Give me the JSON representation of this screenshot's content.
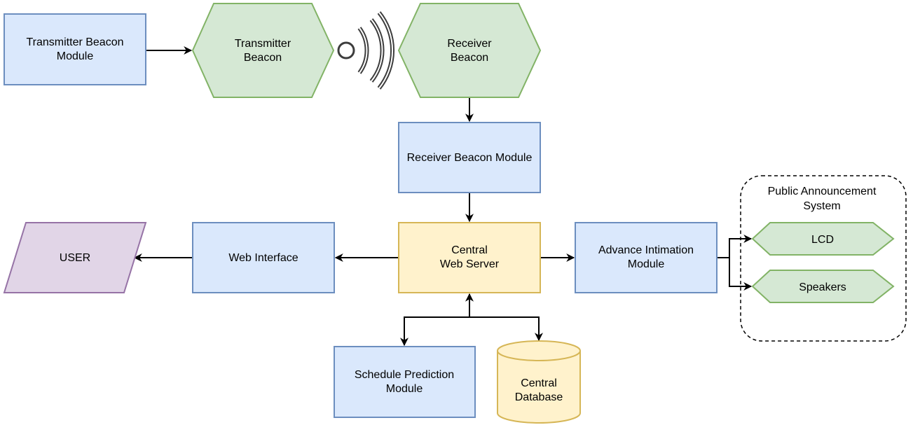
{
  "nodes": {
    "transmitter_beacon_module": [
      "Transmitter Beacon",
      "Module"
    ],
    "transmitter_beacon": [
      "Transmitter",
      "Beacon"
    ],
    "receiver_beacon": [
      "Receiver",
      "Beacon"
    ],
    "receiver_beacon_module": [
      "Receiver Beacon Module"
    ],
    "central_web_server": [
      "Central",
      "Web Server"
    ],
    "web_interface": [
      "Web Interface"
    ],
    "user": [
      "USER"
    ],
    "advance_intimation_module": [
      "Advance Intimation",
      "Module"
    ],
    "schedule_prediction_module": [
      "Schedule Prediction",
      "Module"
    ],
    "central_database": [
      "Central",
      "Database"
    ],
    "lcd": [
      "LCD"
    ],
    "speakers": [
      "Speakers"
    ]
  },
  "group": {
    "public_announcement_system": [
      "Public Announcement",
      "System"
    ]
  },
  "icons": {
    "wireless": "wireless-signal-icon"
  },
  "colors": {
    "blue_fill": "#dae8fc",
    "blue_stroke": "#6c8ebf",
    "green_fill": "#d5e8d4",
    "green_stroke": "#82b366",
    "yellow_fill": "#fff2cc",
    "yellow_stroke": "#d6b656",
    "purple_fill": "#e1d5e7",
    "purple_stroke": "#9673a6"
  }
}
